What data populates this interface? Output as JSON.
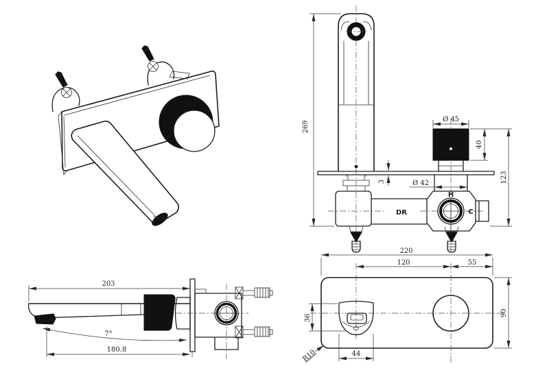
{
  "drawing": {
    "front_view": {
      "dim_total_depth": "269",
      "dim_handle_diameter": "Ø 45",
      "dim_handle_length": "40",
      "dim_valve_depth": "123",
      "dim_cartridge_diameter": "Ø 42",
      "dim_plate_thickness": "3",
      "label_brand": "DR",
      "label_hot": "H",
      "label_cold": "C"
    },
    "side_view": {
      "dim_spout_length": "203",
      "dim_spout_angle": "7°",
      "dim_spout_reach": "180.8"
    },
    "plan_view": {
      "dim_plate_width": "220",
      "dim_spout_to_handle": "120",
      "dim_handle_to_edge": "55",
      "dim_spout_cover_height": "36",
      "dim_plate_height": "90",
      "dim_spout_cover_width": "44",
      "dim_corner_radius": "R10"
    }
  }
}
